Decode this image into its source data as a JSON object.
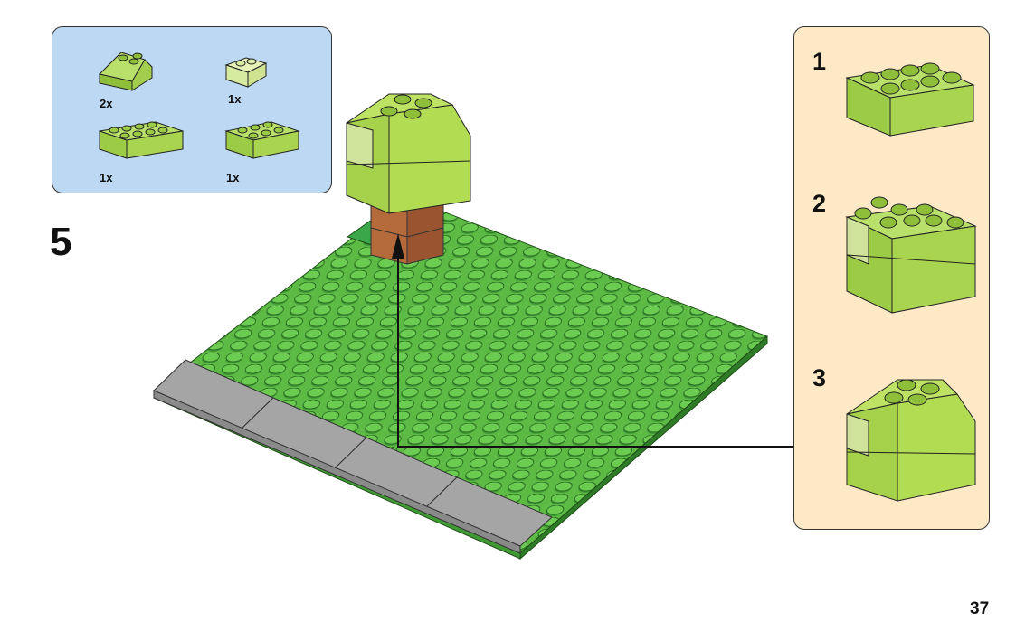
{
  "parts_list": {
    "items": [
      {
        "piece": "green-slope-brick-2x2",
        "qty": "2x"
      },
      {
        "piece": "light-green-slope-brick-2x2",
        "qty": "1x"
      },
      {
        "piece": "green-brick-2x4",
        "qty": "1x"
      },
      {
        "piece": "green-brick-2x3",
        "qty": "1x"
      }
    ]
  },
  "step": {
    "number": "5"
  },
  "substeps": [
    {
      "label": "1"
    },
    {
      "label": "2"
    },
    {
      "label": "3"
    }
  ],
  "page": {
    "number": "37"
  },
  "colors": {
    "parts_box_bg": "#bcd8f2",
    "substeps_box_bg": "#fde9c6",
    "lime": "#a6d14a",
    "baseplate_green": "#5dbb45",
    "trunk_brown": "#b56a3c",
    "sidewalk_grey": "#a5a5a5"
  }
}
